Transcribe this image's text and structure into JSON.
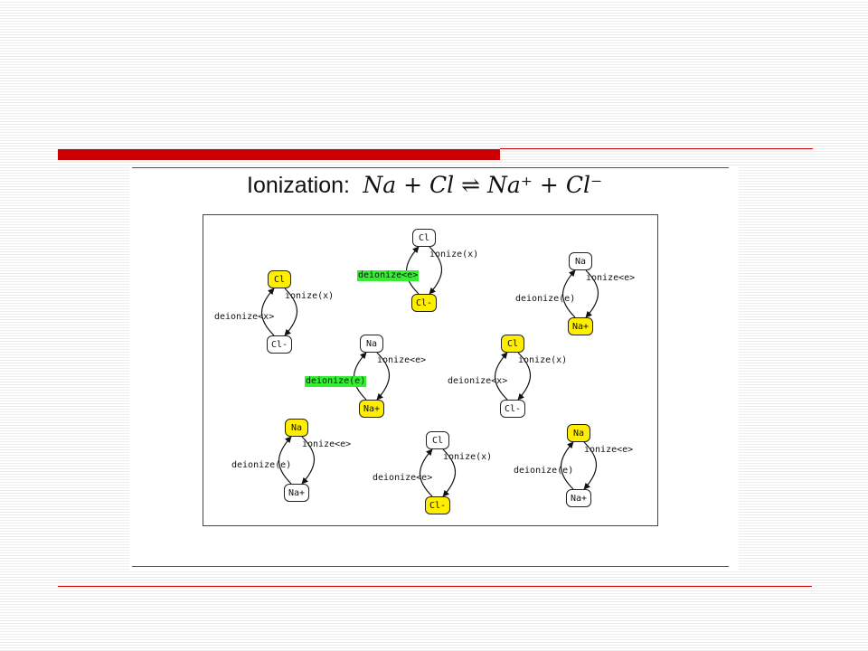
{
  "slide": {
    "title_word": "Ionization:",
    "equation": "Na + Cl ⇌ Na⁺ + Cl⁻"
  },
  "diagram": {
    "cells": [
      {
        "top": "Cl",
        "bottom": "Cl-",
        "right_label": "ionize(x)",
        "left_label": "deionize<x>",
        "top_color": "yellow",
        "bottom_color": "white",
        "left_highlight": false
      },
      {
        "top": "Cl",
        "bottom": "Cl-",
        "right_label": "ionize(x)",
        "left_label": "deionize<e>",
        "top_color": "white",
        "bottom_color": "yellow",
        "left_highlight": true
      },
      {
        "top": "Na",
        "bottom": "Na+",
        "right_label": "ionize<e>",
        "left_label": "deionize(e)",
        "top_color": "white",
        "bottom_color": "yellow",
        "left_highlight": false
      },
      {
        "top": "Na",
        "bottom": "Na+",
        "right_label": "ionize<e>",
        "left_label": "deionize(e)",
        "top_color": "white",
        "bottom_color": "yellow",
        "left_highlight": true
      },
      {
        "top": "Cl",
        "bottom": "Cl-",
        "right_label": "ionize(x)",
        "left_label": "deionize<x>",
        "top_color": "yellow",
        "bottom_color": "white",
        "left_highlight": false
      },
      {
        "top": "Na",
        "bottom": "Na+",
        "right_label": "ionize<e>",
        "left_label": "deionize(e)",
        "top_color": "yellow",
        "bottom_color": "white",
        "left_highlight": false
      },
      {
        "top": "Cl",
        "bottom": "Cl-",
        "right_label": "ionize(x)",
        "left_label": "deionize<e>",
        "top_color": "white",
        "bottom_color": "yellow",
        "left_highlight": false
      },
      {
        "top": "Na",
        "bottom": "Na+",
        "right_label": "ionize<e>",
        "left_label": "deionize(e)",
        "top_color": "yellow",
        "bottom_color": "white",
        "left_highlight": false
      }
    ]
  },
  "colors": {
    "accent_red": "#cc0000",
    "state_highlight": "#ffee00",
    "label_highlight": "#33ee33"
  }
}
